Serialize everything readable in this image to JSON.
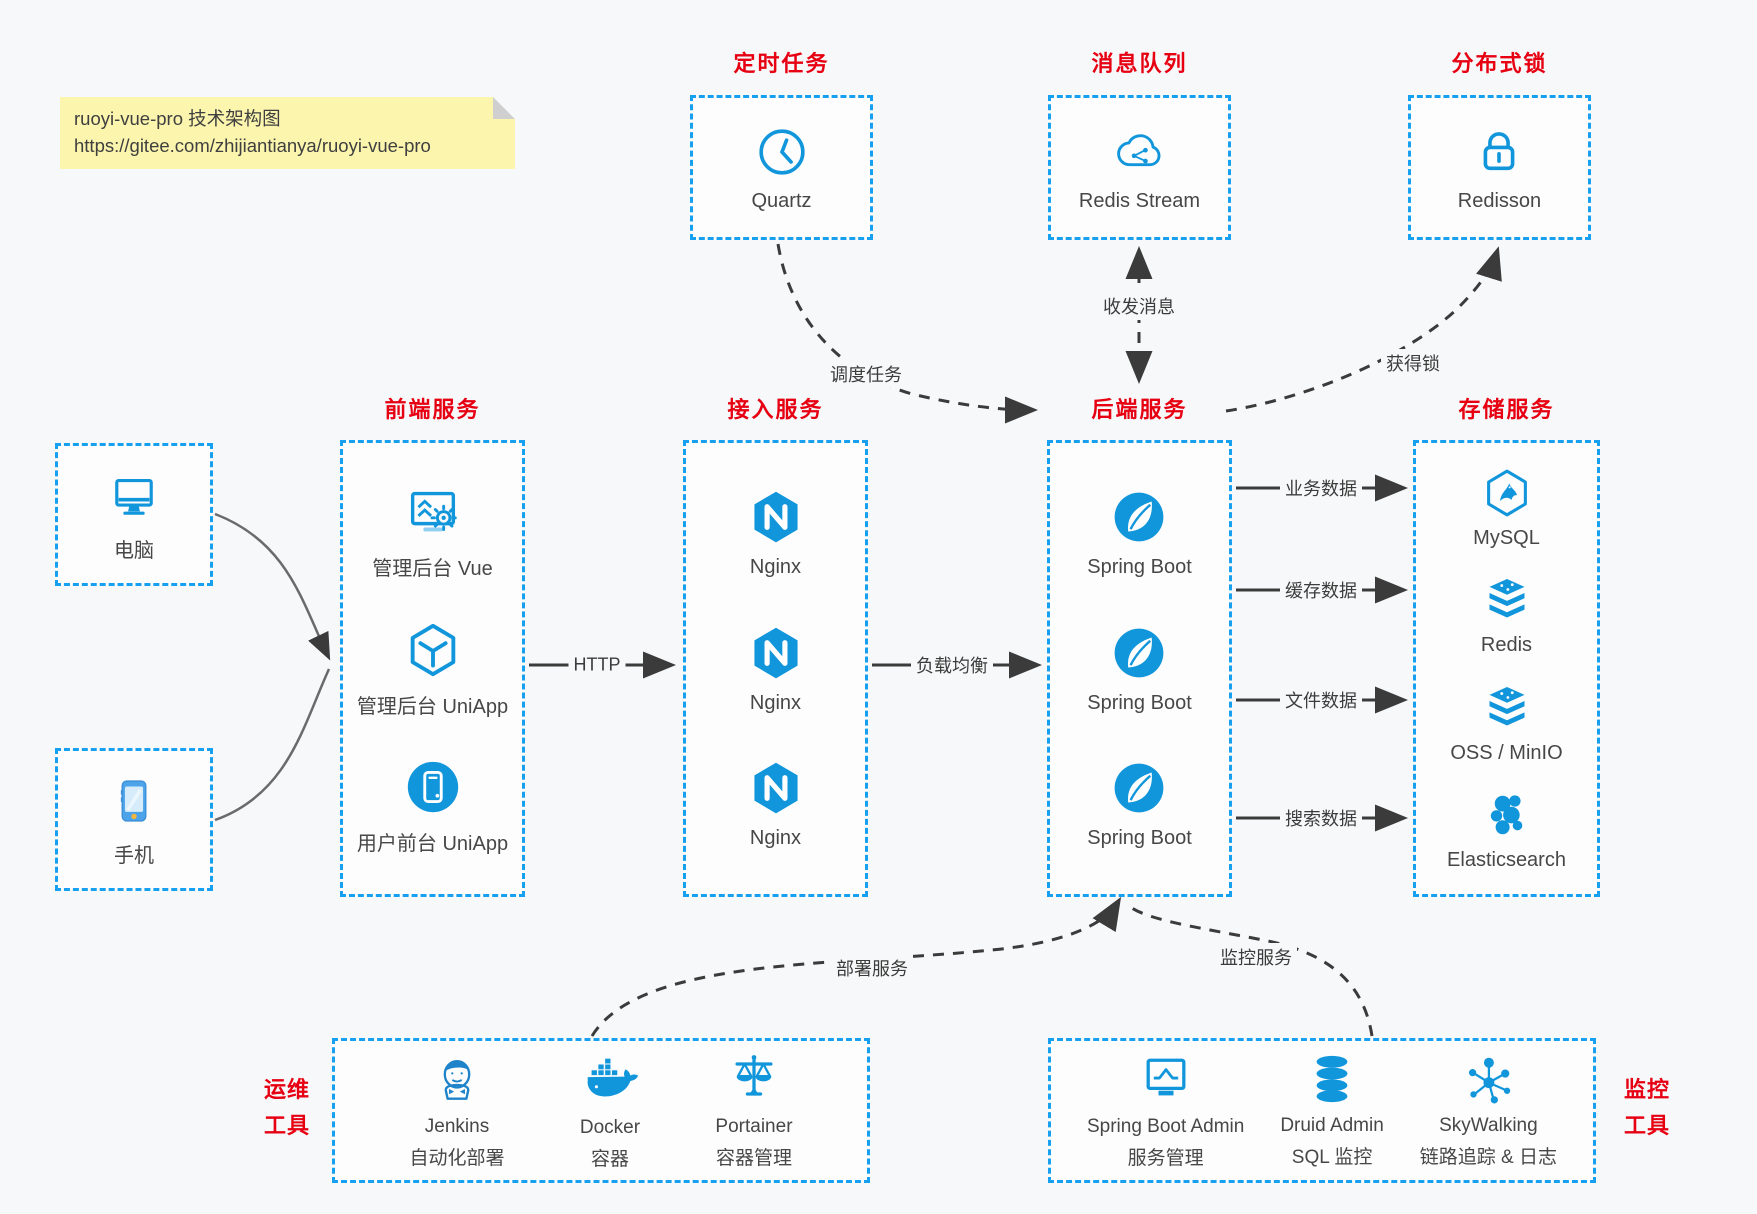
{
  "note": {
    "line1": "ruoyi-vue-pro 技术架构图",
    "line2": "https://gitee.com/zhijiantianya/ruoyi-vue-pro"
  },
  "colors": {
    "accent_blue": "#1296db",
    "dashed_border_blue": "#18a0f0",
    "title_red": "#e60012",
    "label_gray": "#474747",
    "arrow_dark": "#3b3b3b",
    "note_yellow": "#fbf5ae"
  },
  "top_groups": [
    {
      "title": "定时任务",
      "item": {
        "label": "Quartz",
        "icon": "clock-icon"
      }
    },
    {
      "title": "消息队列",
      "item": {
        "label": "Redis Stream",
        "icon": "cloud-message-icon"
      }
    },
    {
      "title": "分布式锁",
      "item": {
        "label": "Redisson",
        "icon": "lock-icon"
      }
    }
  ],
  "clients": [
    {
      "label": "电脑",
      "icon": "desktop-icon"
    },
    {
      "label": "手机",
      "icon": "smartphone-icon"
    }
  ],
  "columns": [
    {
      "title": "前端服务",
      "items": [
        {
          "label": "管理后台 Vue",
          "icon": "admin-vue-icon"
        },
        {
          "label": "管理后台 UniApp",
          "icon": "uniapp-cube-icon"
        },
        {
          "label": "用户前台 UniApp",
          "icon": "uniapp-phone-icon"
        }
      ]
    },
    {
      "title": "接入服务",
      "items": [
        {
          "label": "Nginx",
          "icon": "nginx-icon"
        },
        {
          "label": "Nginx",
          "icon": "nginx-icon"
        },
        {
          "label": "Nginx",
          "icon": "nginx-icon"
        }
      ]
    },
    {
      "title": "后端服务",
      "items": [
        {
          "label": "Spring Boot",
          "icon": "spring-boot-icon"
        },
        {
          "label": "Spring Boot",
          "icon": "spring-boot-icon"
        },
        {
          "label": "Spring Boot",
          "icon": "spring-boot-icon"
        }
      ]
    },
    {
      "title": "存储服务",
      "items": [
        {
          "label": "MySQL",
          "icon": "mysql-icon"
        },
        {
          "label": "Redis",
          "icon": "redis-icon"
        },
        {
          "label": "OSS / MinIO",
          "icon": "oss-minio-icon"
        },
        {
          "label": "Elasticsearch",
          "icon": "elasticsearch-icon"
        }
      ]
    }
  ],
  "bottom_groups": [
    {
      "side_title": [
        "运维",
        "工具"
      ],
      "items": [
        {
          "line1": "Jenkins",
          "line2": "自动化部署",
          "icon": "jenkins-icon"
        },
        {
          "line1": "Docker",
          "line2": "容器",
          "icon": "docker-icon"
        },
        {
          "line1": "Portainer",
          "line2": "容器管理",
          "icon": "portainer-icon"
        }
      ]
    },
    {
      "side_title": [
        "监控",
        "工具"
      ],
      "items": [
        {
          "line1": "Spring Boot Admin",
          "line2": "服务管理",
          "icon": "spring-boot-admin-icon"
        },
        {
          "line1": "Druid Admin",
          "line2": "SQL 监控",
          "icon": "druid-icon"
        },
        {
          "line1": "SkyWalking",
          "line2": "链路追踪 & 日志",
          "icon": "skywalking-icon"
        }
      ]
    }
  ],
  "edges": {
    "http": "HTTP",
    "load_balance": "负载均衡",
    "business_data": "业务数据",
    "cache_data": "缓存数据",
    "file_data": "文件数据",
    "search_data": "搜索数据",
    "schedule_task": "调度任务",
    "send_receive_message": "收发消息",
    "acquire_lock": "获得锁",
    "deploy_service": "部署服务",
    "monitor_service": "监控服务"
  }
}
